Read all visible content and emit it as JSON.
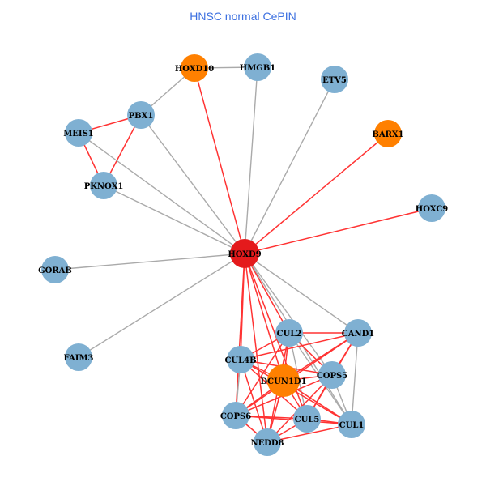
{
  "title": "HNSC normal CePIN",
  "colors": {
    "blue": "#7fb0d2",
    "orange": "#ff8000",
    "red": "#e41a1c",
    "edge_red": "#ff3333",
    "edge_gray": "#aaaaaa"
  },
  "nodes": [
    {
      "id": "HOXD10",
      "type": "orange"
    },
    {
      "id": "HMGB1",
      "type": "blue"
    },
    {
      "id": "ETV5",
      "type": "blue"
    },
    {
      "id": "PBX1",
      "type": "blue"
    },
    {
      "id": "MEIS1",
      "type": "blue"
    },
    {
      "id": "PKNOX1",
      "type": "blue"
    },
    {
      "id": "BARX1",
      "type": "orange"
    },
    {
      "id": "HOXC9",
      "type": "blue"
    },
    {
      "id": "HOXD9",
      "type": "red"
    },
    {
      "id": "GORAB",
      "type": "blue"
    },
    {
      "id": "FAIM3",
      "type": "blue"
    },
    {
      "id": "CUL2",
      "type": "blue"
    },
    {
      "id": "CAND1",
      "type": "blue"
    },
    {
      "id": "CUL4B",
      "type": "blue"
    },
    {
      "id": "DCUN1D1",
      "type": "orange"
    },
    {
      "id": "COPS5",
      "type": "blue"
    },
    {
      "id": "COPS6",
      "type": "blue"
    },
    {
      "id": "CUL5",
      "type": "blue"
    },
    {
      "id": "CUL1",
      "type": "blue"
    },
    {
      "id": "NEDD8",
      "type": "blue"
    }
  ],
  "edges": [
    [
      "HOXD10",
      "HMGB1",
      "gray"
    ],
    [
      "HOXD10",
      "PBX1",
      "gray"
    ],
    [
      "PBX1",
      "MEIS1",
      "red"
    ],
    [
      "PBX1",
      "PKNOX1",
      "red"
    ],
    [
      "MEIS1",
      "PKNOX1",
      "red"
    ],
    [
      "HOXD9",
      "HOXD10",
      "red"
    ],
    [
      "HOXD9",
      "HMGB1",
      "gray"
    ],
    [
      "HOXD9",
      "ETV5",
      "gray"
    ],
    [
      "HOXD9",
      "PBX1",
      "gray"
    ],
    [
      "HOXD9",
      "MEIS1",
      "gray"
    ],
    [
      "HOXD9",
      "PKNOX1",
      "gray"
    ],
    [
      "HOXD9",
      "BARX1",
      "red"
    ],
    [
      "HOXD9",
      "HOXC9",
      "red"
    ],
    [
      "HOXD9",
      "GORAB",
      "gray"
    ],
    [
      "HOXD9",
      "FAIM3",
      "gray"
    ],
    [
      "HOXD9",
      "CAND1",
      "gray"
    ],
    [
      "HOXD9",
      "CUL2",
      "red"
    ],
    [
      "HOXD9",
      "CUL4B",
      "red"
    ],
    [
      "HOXD9",
      "DCUN1D1",
      "red"
    ],
    [
      "HOXD9",
      "COPS5",
      "gray"
    ],
    [
      "HOXD9",
      "COPS6",
      "red"
    ],
    [
      "HOXD9",
      "CUL5",
      "red"
    ],
    [
      "HOXD9",
      "CUL1",
      "gray"
    ],
    [
      "HOXD9",
      "NEDD8",
      "red"
    ],
    [
      "CUL2",
      "CAND1",
      "red"
    ],
    [
      "CUL2",
      "CUL4B",
      "red"
    ],
    [
      "CUL2",
      "DCUN1D1",
      "red"
    ],
    [
      "CUL2",
      "COPS5",
      "red"
    ],
    [
      "CUL2",
      "COPS6",
      "red"
    ],
    [
      "CUL2",
      "CUL5",
      "gray"
    ],
    [
      "CUL2",
      "CUL1",
      "gray"
    ],
    [
      "CUL2",
      "NEDD8",
      "red"
    ],
    [
      "CAND1",
      "CUL4B",
      "red"
    ],
    [
      "CAND1",
      "DCUN1D1",
      "red"
    ],
    [
      "CAND1",
      "COPS5",
      "red"
    ],
    [
      "CAND1",
      "COPS6",
      "red"
    ],
    [
      "CAND1",
      "CUL5",
      "red"
    ],
    [
      "CAND1",
      "CUL1",
      "gray"
    ],
    [
      "CUL4B",
      "DCUN1D1",
      "red"
    ],
    [
      "CUL4B",
      "COPS5",
      "red"
    ],
    [
      "CUL4B",
      "COPS6",
      "gray"
    ],
    [
      "CUL4B",
      "CUL5",
      "red"
    ],
    [
      "CUL4B",
      "NEDD8",
      "red"
    ],
    [
      "CUL4B",
      "CUL1",
      "red"
    ],
    [
      "DCUN1D1",
      "COPS5",
      "red"
    ],
    [
      "DCUN1D1",
      "COPS6",
      "red"
    ],
    [
      "DCUN1D1",
      "CUL5",
      "red"
    ],
    [
      "DCUN1D1",
      "CUL1",
      "red"
    ],
    [
      "DCUN1D1",
      "NEDD8",
      "red"
    ],
    [
      "COPS5",
      "COPS6",
      "red"
    ],
    [
      "COPS5",
      "CUL5",
      "red"
    ],
    [
      "COPS5",
      "CUL1",
      "gray"
    ],
    [
      "COPS5",
      "NEDD8",
      "red"
    ],
    [
      "COPS6",
      "CUL5",
      "red"
    ],
    [
      "COPS6",
      "NEDD8",
      "red"
    ],
    [
      "COPS6",
      "CUL1",
      "red"
    ],
    [
      "CUL5",
      "CUL1",
      "red"
    ],
    [
      "CUL5",
      "NEDD8",
      "red"
    ],
    [
      "CUL1",
      "NEDD8",
      "red"
    ]
  ]
}
